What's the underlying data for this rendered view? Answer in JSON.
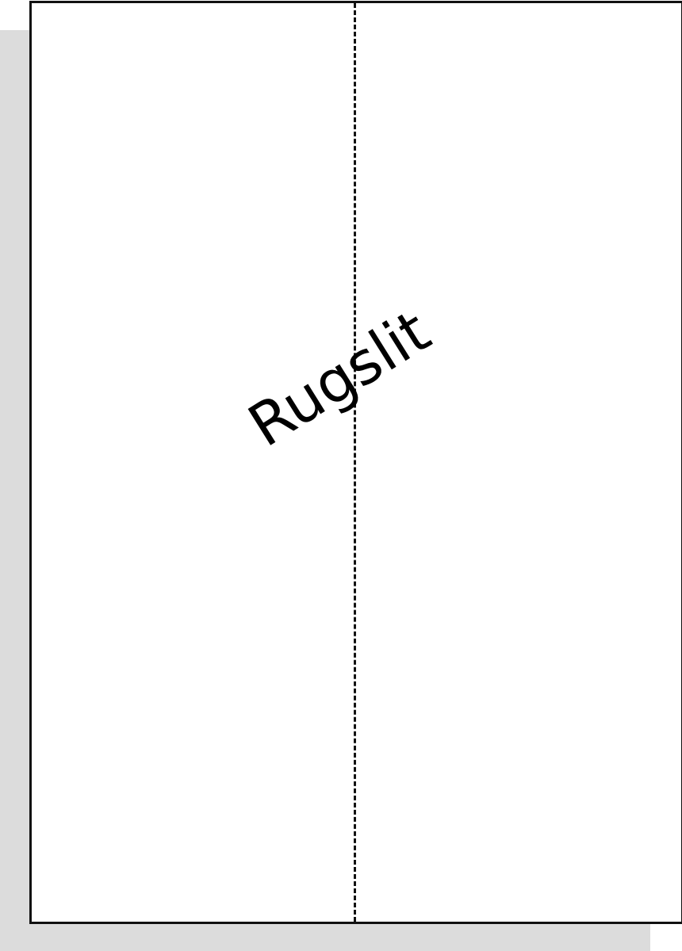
{
  "diagram": {
    "label": "Rugslit",
    "colors": {
      "sheet": "#ffffff",
      "border": "#111111",
      "shadow": "#dcdcdc",
      "text": "#000000"
    },
    "elements": [
      "sheet",
      "drop-shadow",
      "dashed-perforation-line",
      "rotated-label"
    ]
  }
}
